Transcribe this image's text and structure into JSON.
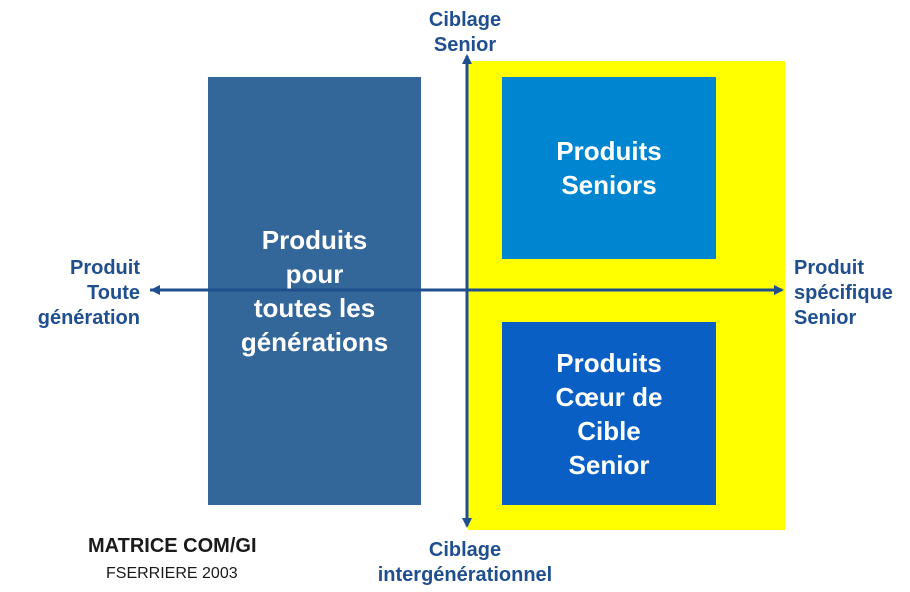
{
  "colors": {
    "accent_text": "#1f4f8f",
    "yellow_zone": "#ffff00",
    "box_generations": "#336699",
    "box_seniors": "#0085d1",
    "box_coeur": "#0a5fc4",
    "axis": "#1f4f8f"
  },
  "axes": {
    "top_label": [
      "Ciblage",
      "Senior"
    ],
    "bottom_label": [
      "Ciblage",
      "intergénérationnel"
    ],
    "left_label": [
      "Produit",
      "Toute",
      "génération"
    ],
    "right_label": [
      "Produit",
      "spécifique",
      "Senior"
    ]
  },
  "boxes": {
    "generations": [
      "Produits",
      "pour",
      "toutes les",
      "générations"
    ],
    "seniors": [
      "Produits",
      "Seniors"
    ],
    "coeur": [
      "Produits",
      "Cœur de",
      "Cible",
      "Senior"
    ]
  },
  "footer": {
    "title": "MATRICE COM/GI",
    "subtitle": "FSERRIERE 2003"
  }
}
